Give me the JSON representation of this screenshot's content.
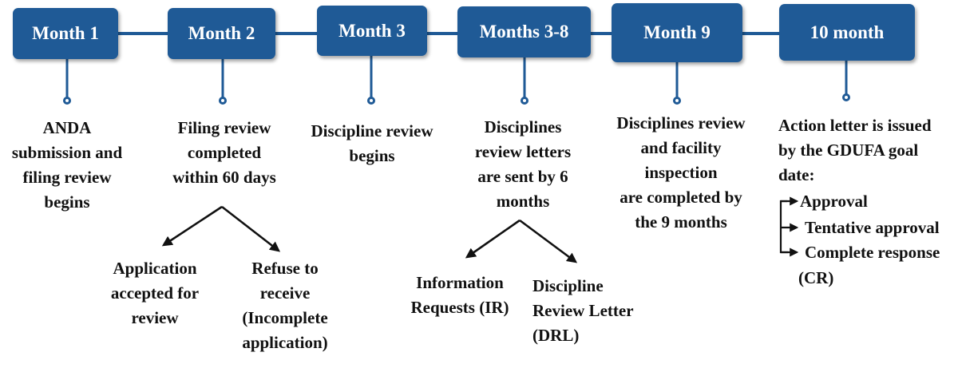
{
  "colors": {
    "box_fill": "#1f5a96",
    "box_text": "#ffffff",
    "connector": "#1f5a96",
    "arrow": "#111111"
  },
  "timeline": [
    {
      "label": "Month 1",
      "description": "ANDA\nsubmission and\nfiling review\nbegins"
    },
    {
      "label": "Month 2",
      "description": "Filing review\ncompleted\nwithin 60 days"
    },
    {
      "label": "Month 3",
      "description": "Discipline review\nbegins"
    },
    {
      "label": "Months 3-8",
      "description": "Disciplines\nreview letters\nare sent by 6\nmonths"
    },
    {
      "label": "Month 9",
      "description": "Disciplines review\nand facility\ninspection\nare completed by\nthe 9 months"
    },
    {
      "label": "10 month",
      "description": "Action letter is issued\nby the GDUFA goal\ndate:"
    }
  ],
  "month2_outcomes": {
    "accepted": "Application\naccepted for\nreview",
    "refused": "Refuse to\nreceive\n(Incomplete\napplication)"
  },
  "month3_8_outcomes": {
    "ir": "Information\nRequests (IR)",
    "drl": "Discipline\nReview Letter\n(DRL)"
  },
  "month10_actions": [
    "Approval",
    "Tentative approval",
    "Complete response",
    "(CR)"
  ]
}
